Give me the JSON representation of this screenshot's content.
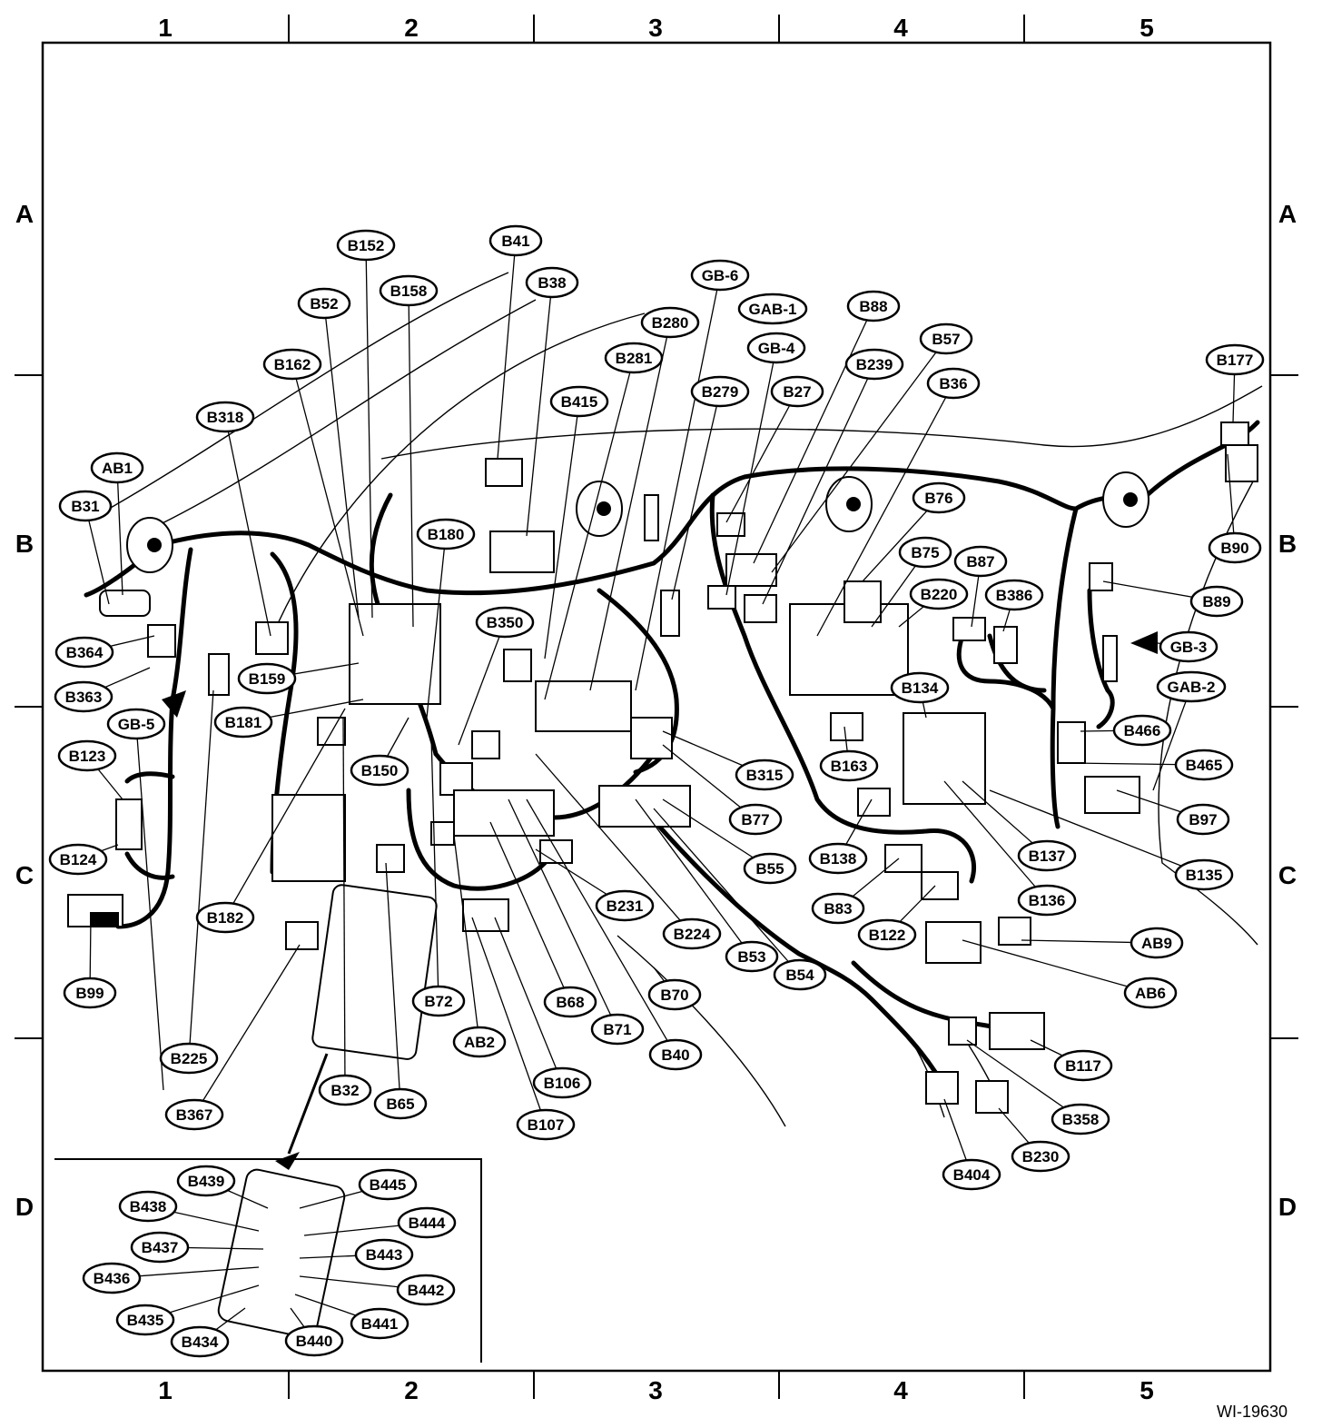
{
  "grid": {
    "columns": [
      "1",
      "2",
      "3",
      "4",
      "5"
    ],
    "rows": [
      "A",
      "B",
      "C",
      "D"
    ]
  },
  "figure_id": "WI-19630",
  "labels": [
    "B152",
    "B41",
    "B38",
    "B52",
    "B158",
    "GB-6",
    "GAB-1",
    "B88",
    "B280",
    "GB-4",
    "B57",
    "B162",
    "B281",
    "B239",
    "B177",
    "B279",
    "B27",
    "B36",
    "B415",
    "B318",
    "AB1",
    "B31",
    "B180",
    "B76",
    "B90",
    "B75",
    "B87",
    "B220",
    "B386",
    "B89",
    "B350",
    "B364",
    "B159",
    "GB-3",
    "GAB-2",
    "B363",
    "B134",
    "B181",
    "GB-5",
    "B466",
    "B123",
    "B150",
    "B315",
    "B163",
    "B465",
    "B77",
    "B97",
    "B138",
    "B55",
    "B137",
    "B124",
    "B135",
    "B83",
    "B231",
    "B136",
    "B182",
    "B224",
    "B122",
    "AB9",
    "B53",
    "B54",
    "AB6",
    "B99",
    "B72",
    "B70",
    "B68",
    "AB2",
    "B71",
    "B40",
    "B225",
    "B117",
    "B106",
    "B367",
    "B32",
    "B65",
    "B358",
    "B107",
    "B230",
    "B404",
    "B439",
    "B445",
    "B438",
    "B444",
    "B437",
    "B443",
    "B436",
    "B442",
    "B435",
    "B441",
    "B434",
    "B440"
  ]
}
